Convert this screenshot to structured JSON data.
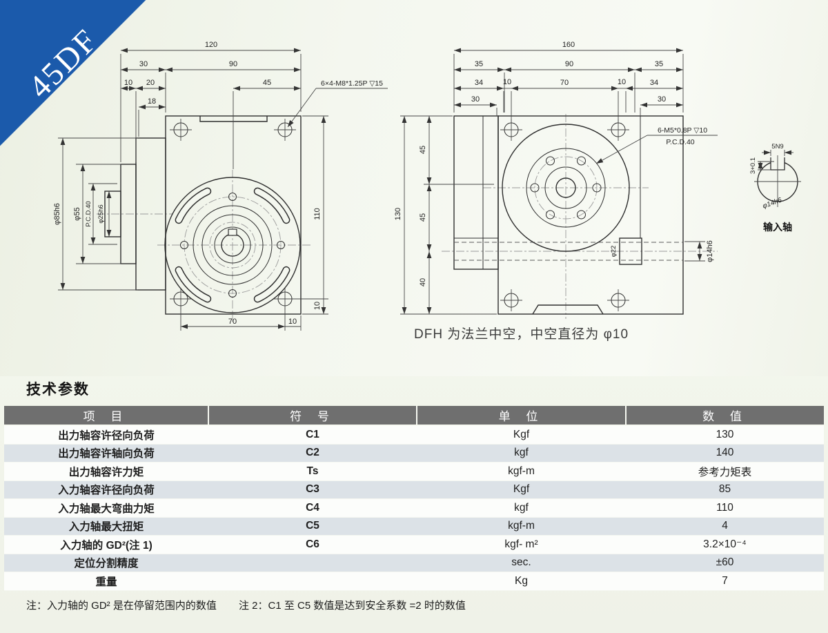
{
  "ribbon": {
    "label": "45DF"
  },
  "colors": {
    "ribbon_blue": "#1b5aab",
    "table_header_gray": "#6f6f6f",
    "row_alt": "#dce2e7",
    "page_bg": "#f1f4eb"
  },
  "front_view": {
    "dim_overall_width": "120",
    "dim_flange_depth": "30",
    "dim_body_width": "90",
    "dim_step_10": "10",
    "dim_step_20": "20",
    "dim_step_18": "18",
    "dim_center_45": "45",
    "thread_callout": "6×4-M8*1.25P ▽15",
    "dia_flange": "φ85h6",
    "dia_boss": "φ55",
    "pcd_label": "P.C.D.40",
    "dia_pilot": "φ25h6",
    "dim_body_height": "110",
    "dim_right_10": "10",
    "dim_hole_span": "70",
    "dim_bottom_10": "10"
  },
  "side_view": {
    "dim_overall": "160",
    "dim_left_35": "35",
    "dim_mid_90": "90",
    "dim_right_35": "35",
    "dim_34_left": "34",
    "dim_10_left": "10",
    "dim_hole_span": "70",
    "dim_10_right": "10",
    "dim_34_right": "34",
    "dim_30_left": "30",
    "dim_30_right": "30",
    "dim_height": "130",
    "dim_seg_45a": "45",
    "dim_seg_45b": "45",
    "dim_seg_40": "40",
    "thread_callout": "6-M5*0.8P ▽10",
    "pcd_label": "P.C.D.40",
    "dia_bearing": "φ22",
    "dia_shaft": "φ14h6"
  },
  "input_shaft": {
    "keyway": "5N9",
    "key_depth": "3+0.1",
    "diameter": "φ14h6",
    "caption": "输入轴"
  },
  "hollow_note": "DFH 为法兰中空，中空直径为 φ10",
  "specs": {
    "title": "技术参数",
    "headers": [
      "项 目",
      "符 号",
      "单 位",
      "数 值"
    ],
    "rows": [
      [
        "出力轴容许径向负荷",
        "C1",
        "Kgf",
        "130"
      ],
      [
        "出力轴容许轴向负荷",
        "C2",
        "kgf",
        "140"
      ],
      [
        "出力轴容许力矩",
        "Ts",
        "kgf-m",
        "参考力矩表"
      ],
      [
        "入力轴容许径向负荷",
        "C3",
        "Kgf",
        "85"
      ],
      [
        "入力轴最大弯曲力矩",
        "C4",
        "kgf",
        "110"
      ],
      [
        "入力轴最大扭矩",
        "C5",
        "kgf-m",
        "4"
      ],
      [
        "入力轴的 GD²(注 1)",
        "C6",
        "kgf- m²",
        "3.2×10⁻⁴"
      ],
      [
        "定位分割精度",
        "",
        "sec.",
        "±60"
      ],
      [
        "重量",
        "",
        "Kg",
        "7"
      ]
    ]
  },
  "footnote": {
    "note1": "注：入力轴的 GD² 是在停留范围内的数值",
    "note2": "注 2：C1 至 C5 数值是达到安全系数 =2 时的数值"
  }
}
